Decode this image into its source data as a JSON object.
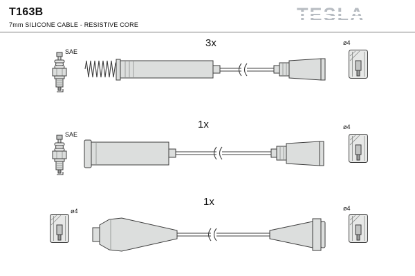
{
  "header": {
    "part_number": "T163B",
    "subtitle": "7mm SILICONE CABLE - RESISTIVE CORE",
    "brand": "TESLA"
  },
  "diagram": {
    "rows": [
      {
        "qty": "3x",
        "plug_label": "SAE",
        "terminal_label": "ø4",
        "left_icon": "spark-plug-icon",
        "cable_icon": "spring-coil-boot-cable",
        "right_icon": "terminal-sleeve-icon"
      },
      {
        "qty": "1x",
        "plug_label": "SAE",
        "terminal_label": "ø4",
        "left_icon": "spark-plug-icon",
        "cable_icon": "straight-boot-cable",
        "right_icon": "terminal-sleeve-icon"
      },
      {
        "qty": "1x",
        "left_terminal_label": "ø4",
        "terminal_label": "ø4",
        "left_icon": "terminal-sleeve-icon",
        "cable_icon": "tapered-boot-cable",
        "right_icon": "terminal-sleeve-icon"
      }
    ]
  },
  "colors": {
    "background": "#ffffff",
    "part_fill": "#dcdedd",
    "outline": "#3c3c3c",
    "brand_gray": "#b7bcc2",
    "text": "#111111"
  }
}
